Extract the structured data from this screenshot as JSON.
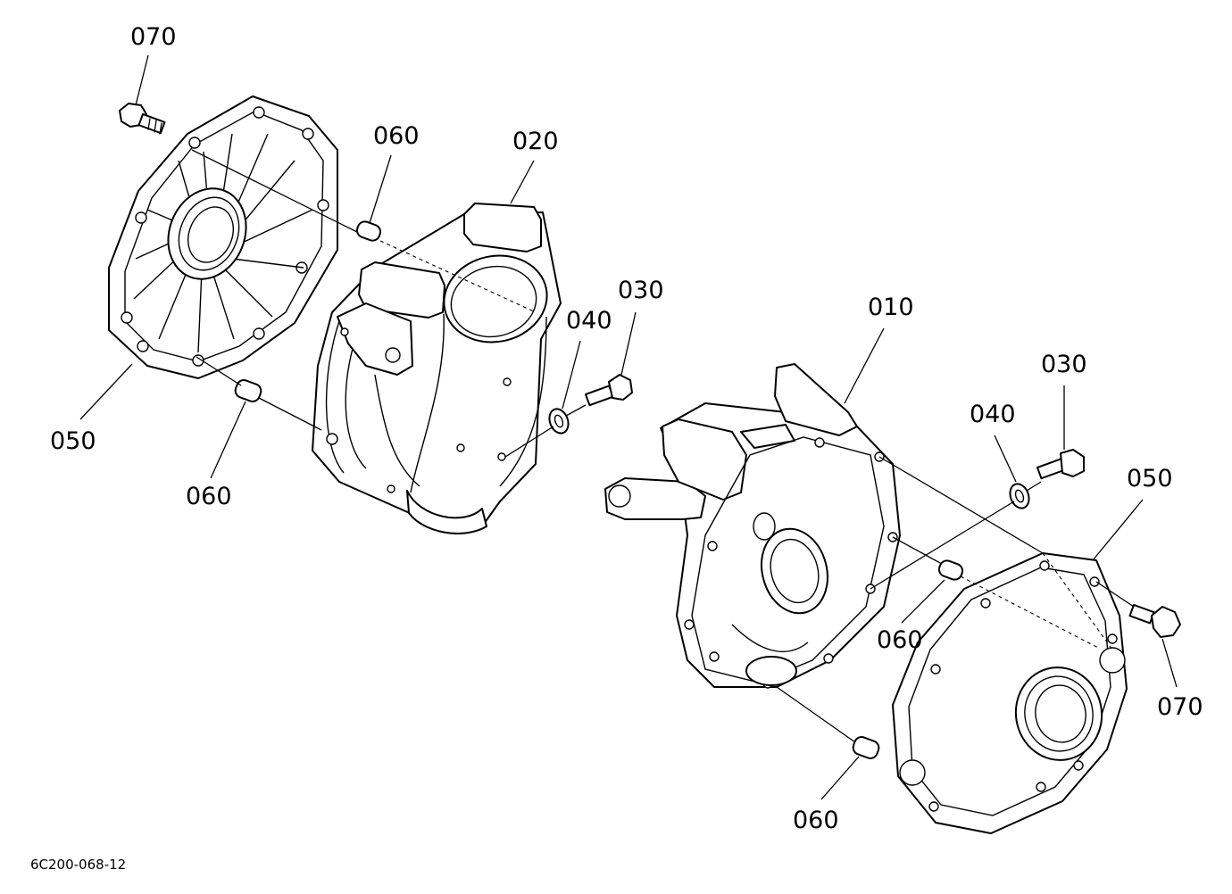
{
  "drawing_code": "6C200-068-12",
  "callouts": {
    "c070_top": "070",
    "c060_top": "060",
    "c020": "020",
    "c030_mid": "030",
    "c040_mid": "040",
    "c050_left": "050",
    "c060_left": "060",
    "c010": "010",
    "c030_right": "030",
    "c040_right": "040",
    "c050_right": "050",
    "c060_right_mid": "060",
    "c070_right": "070",
    "c060_bottom": "060"
  },
  "colors": {
    "ink": "#000000",
    "paper": "#ffffff"
  }
}
